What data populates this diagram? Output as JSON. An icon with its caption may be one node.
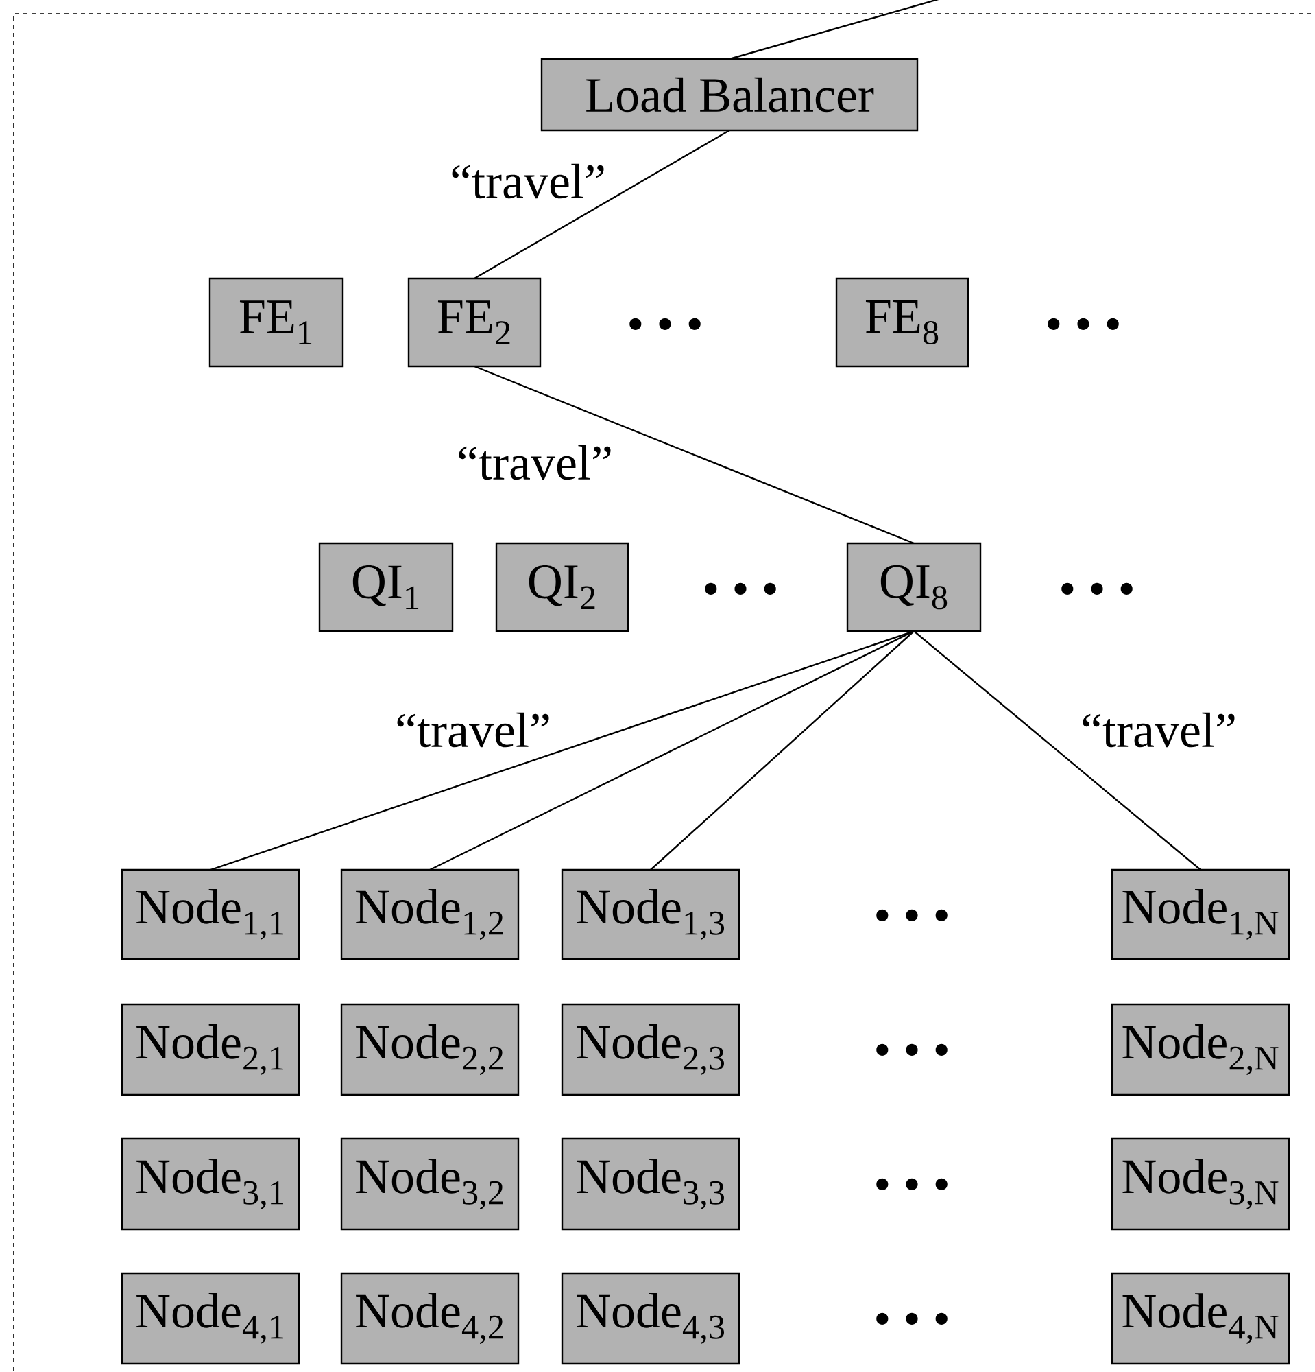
{
  "diagram": {
    "nodes": [
      {
        "text": [
          "Load Balancer"
        ]
      },
      {
        "text": [
          "FE$_{1}$"
        ]
      },
      {
        "text": [
          "FE$_{2}$"
        ]
      },
      {
        "text": [
          "FE$_{8}$"
        ]
      },
      {
        "text": [
          "QI$_{1}$"
        ]
      },
      {
        "text": [
          "QI$_{2}$"
        ]
      },
      {
        "text": [
          "QI$_{8}$"
        ]
      },
      {
        "text": [
          "Node$_{1,1}$"
        ]
      },
      {
        "text": [
          "Node$_{1,2}$"
        ]
      },
      {
        "text": [
          "Node$_{1,3}$"
        ]
      },
      {
        "text": [
          "Node$_{1,N}$"
        ]
      },
      {
        "text": [
          "Node$_{2,1}$"
        ]
      },
      {
        "text": [
          "Node$_{2,2}$"
        ]
      },
      {
        "text": [
          "Node$_{2,3}$"
        ]
      },
      {
        "text": [
          "Node$_{2,N}$"
        ]
      },
      {
        "text": [
          "Node$_{3,1}$"
        ]
      },
      {
        "text": [
          "Node$_{3,2}$"
        ]
      },
      {
        "text": [
          "Node$_{3,3}$"
        ]
      },
      {
        "text": [
          "Node$_{3,N}$"
        ]
      },
      {
        "text": [
          "Node$_{4,1}$"
        ]
      },
      {
        "text": [
          "Node$_{4,2}$"
        ]
      },
      {
        "text": [
          "Node$_{4,3}$"
        ]
      },
      {
        "text": [
          "Node$_{4,N}$"
        ]
      }
    ],
    "edges": [
      {
        "from": null,
        "to": 0,
        "arrow": "none"
      },
      {
        "from": 0,
        "to": 2,
        "arrow": "none",
        "label": "“travel”"
      },
      {
        "from": 2,
        "to": 6,
        "arrow": "none",
        "label": "“travel”"
      },
      {
        "from": 6,
        "to": 7,
        "arrow": "none",
        "label": "“travel”"
      },
      {
        "from": 6,
        "to": 8,
        "arrow": "none"
      },
      {
        "from": 6,
        "to": 9,
        "arrow": "none"
      },
      {
        "from": 6,
        "to": 10,
        "arrow": "none",
        "label": "“travel”"
      }
    ],
    "labels": [
      "• • •",
      "• • •",
      "• • •",
      "• • •",
      "• • •",
      "• • •",
      "• • •",
      "• • •"
    ]
  }
}
